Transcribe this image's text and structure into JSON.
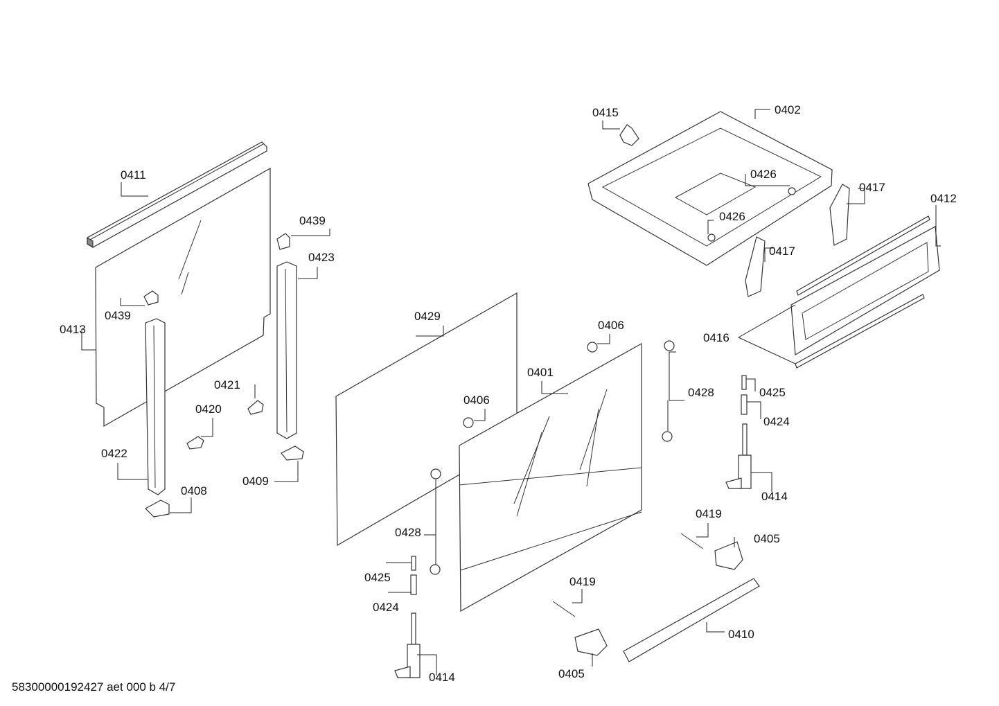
{
  "diagram": {
    "footer": "58300000192427 aet 000 b 4/7",
    "callouts": [
      {
        "id": "c0411a",
        "text": "0411"
      },
      {
        "id": "c0413",
        "text": "0413"
      },
      {
        "id": "c0439a",
        "text": "0439"
      },
      {
        "id": "c0439b",
        "text": "0439"
      },
      {
        "id": "c0423",
        "text": "0423"
      },
      {
        "id": "c0421",
        "text": "0421"
      },
      {
        "id": "c0420",
        "text": "0420"
      },
      {
        "id": "c0422",
        "text": "0422"
      },
      {
        "id": "c0408",
        "text": "0408"
      },
      {
        "id": "c0409",
        "text": "0409"
      },
      {
        "id": "c0429",
        "text": "0429"
      },
      {
        "id": "c0406a",
        "text": "0406"
      },
      {
        "id": "c0406b",
        "text": "0406"
      },
      {
        "id": "c0401",
        "text": "0401"
      },
      {
        "id": "c0428a",
        "text": "0428"
      },
      {
        "id": "c0428b",
        "text": "0428"
      },
      {
        "id": "c0425a",
        "text": "0425"
      },
      {
        "id": "c0424a",
        "text": "0424"
      },
      {
        "id": "c0414a",
        "text": "0414"
      },
      {
        "id": "c0425b",
        "text": "0425"
      },
      {
        "id": "c0424b",
        "text": "0424"
      },
      {
        "id": "c0414b",
        "text": "0414"
      },
      {
        "id": "c0419a",
        "text": "0419"
      },
      {
        "id": "c0419b",
        "text": "0419"
      },
      {
        "id": "c0405a",
        "text": "0405"
      },
      {
        "id": "c0405b",
        "text": "0405"
      },
      {
        "id": "c0410",
        "text": "0410"
      },
      {
        "id": "c0415",
        "text": "0415"
      },
      {
        "id": "c0402",
        "text": "0402"
      },
      {
        "id": "c0426a",
        "text": "0426"
      },
      {
        "id": "c0426b",
        "text": "0426"
      },
      {
        "id": "c0417a",
        "text": "0417"
      },
      {
        "id": "c0417b",
        "text": "0417"
      },
      {
        "id": "c0412",
        "text": "0412"
      },
      {
        "id": "c0416",
        "text": "0416"
      }
    ]
  }
}
